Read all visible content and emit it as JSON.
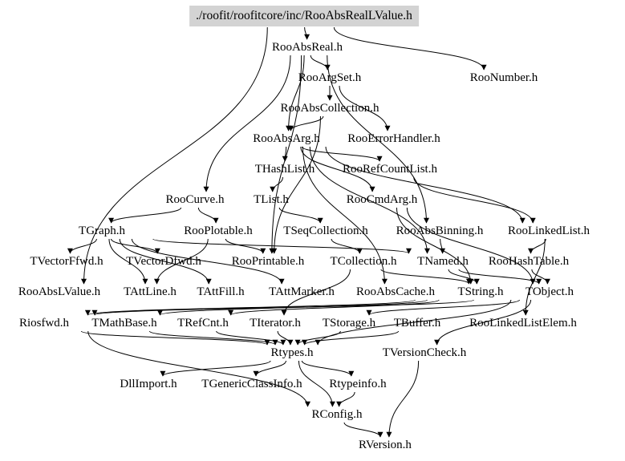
{
  "diagram": {
    "title": "Include dependency graph",
    "root": "./roofit/roofitcore/inc/RooAbsRealLValue.h",
    "nodes": [
      {
        "id": "root",
        "label": "./roofit/roofitcore/inc/RooAbsRealLValue.h"
      },
      {
        "id": "RooAbsReal",
        "label": "RooAbsReal.h"
      },
      {
        "id": "RooArgSet",
        "label": "RooArgSet.h"
      },
      {
        "id": "RooNumber",
        "label": "RooNumber.h"
      },
      {
        "id": "RooAbsCollection",
        "label": "RooAbsCollection.h"
      },
      {
        "id": "RooAbsArg",
        "label": "RooAbsArg.h"
      },
      {
        "id": "RooErrorHandler",
        "label": "RooErrorHandler.h"
      },
      {
        "id": "THashList",
        "label": "THashList.h"
      },
      {
        "id": "RooRefCountList",
        "label": "RooRefCountList.h"
      },
      {
        "id": "RooCurve",
        "label": "RooCurve.h"
      },
      {
        "id": "TList",
        "label": "TList.h"
      },
      {
        "id": "RooCmdArg",
        "label": "RooCmdArg.h"
      },
      {
        "id": "TGraph",
        "label": "TGraph.h"
      },
      {
        "id": "RooPlotable",
        "label": "RooPlotable.h"
      },
      {
        "id": "TSeqCollection",
        "label": "TSeqCollection.h"
      },
      {
        "id": "RooAbsBinning",
        "label": "RooAbsBinning.h"
      },
      {
        "id": "RooLinkedList",
        "label": "RooLinkedList.h"
      },
      {
        "id": "TVectorFfwd",
        "label": "TVectorFfwd.h"
      },
      {
        "id": "TVectorDfwd",
        "label": "TVectorDfwd.h"
      },
      {
        "id": "RooPrintable",
        "label": "RooPrintable.h"
      },
      {
        "id": "TCollection",
        "label": "TCollection.h"
      },
      {
        "id": "TNamed",
        "label": "TNamed.h"
      },
      {
        "id": "RooHashTable",
        "label": "RooHashTable.h"
      },
      {
        "id": "RooAbsLValue",
        "label": "RooAbsLValue.h"
      },
      {
        "id": "TAttLine",
        "label": "TAttLine.h"
      },
      {
        "id": "TAttFill",
        "label": "TAttFill.h"
      },
      {
        "id": "TAttMarker",
        "label": "TAttMarker.h"
      },
      {
        "id": "RooAbsCache",
        "label": "RooAbsCache.h"
      },
      {
        "id": "TString",
        "label": "TString.h"
      },
      {
        "id": "TObject",
        "label": "TObject.h"
      },
      {
        "id": "Riosfwd",
        "label": "Riosfwd.h"
      },
      {
        "id": "TMathBase",
        "label": "TMathBase.h"
      },
      {
        "id": "TRefCnt",
        "label": "TRefCnt.h"
      },
      {
        "id": "TIterator",
        "label": "TIterator.h"
      },
      {
        "id": "TStorage",
        "label": "TStorage.h"
      },
      {
        "id": "TBuffer",
        "label": "TBuffer.h"
      },
      {
        "id": "RooLinkedListElem",
        "label": "RooLinkedListElem.h"
      },
      {
        "id": "Rtypes",
        "label": "Rtypes.h"
      },
      {
        "id": "TVersionCheck",
        "label": "TVersionCheck.h"
      },
      {
        "id": "DllImport",
        "label": "DllImport.h"
      },
      {
        "id": "TGenericClassInfo",
        "label": "TGenericClassInfo.h"
      },
      {
        "id": "Rtypeinfo",
        "label": "Rtypeinfo.h"
      },
      {
        "id": "RConfig",
        "label": "RConfig.h"
      },
      {
        "id": "RVersion",
        "label": "RVersion.h"
      }
    ],
    "edges": [
      [
        "root",
        "RooAbsReal"
      ],
      [
        "root",
        "RooNumber"
      ],
      [
        "root",
        "RooAbsLValue"
      ],
      [
        "RooAbsReal",
        "RooArgSet"
      ],
      [
        "RooAbsReal",
        "RooAbsArg"
      ],
      [
        "RooAbsReal",
        "RooCurve"
      ],
      [
        "RooAbsReal",
        "RooAbsBinning"
      ],
      [
        "RooAbsReal",
        "RooPrintable"
      ],
      [
        "RooArgSet",
        "RooAbsCollection"
      ],
      [
        "RooArgSet",
        "RooErrorHandler"
      ],
      [
        "RooAbsCollection",
        "RooAbsArg"
      ],
      [
        "RooAbsCollection",
        "RooPrintable"
      ],
      [
        "RooAbsArg",
        "THashList"
      ],
      [
        "RooAbsArg",
        "RooRefCountList"
      ],
      [
        "RooAbsArg",
        "RooLinkedList"
      ],
      [
        "RooAbsArg",
        "RooCmdArg"
      ],
      [
        "RooAbsArg",
        "RooAbsCache"
      ],
      [
        "RooAbsArg",
        "TNamed"
      ],
      [
        "THashList",
        "TList"
      ],
      [
        "TList",
        "TSeqCollection"
      ],
      [
        "RooRefCountList",
        "RooLinkedList"
      ],
      [
        "RooCmdArg",
        "TString"
      ],
      [
        "RooCmdArg",
        "TObject"
      ],
      [
        "RooCurve",
        "TGraph"
      ],
      [
        "RooCurve",
        "RooPlotable"
      ],
      [
        "TGraph",
        "TVectorFfwd"
      ],
      [
        "TGraph",
        "TVectorDfwd"
      ],
      [
        "TGraph",
        "TNamed"
      ],
      [
        "TGraph",
        "TAttLine"
      ],
      [
        "TGraph",
        "TAttFill"
      ],
      [
        "TGraph",
        "TAttMarker"
      ],
      [
        "RooPlotable",
        "RooPrintable"
      ],
      [
        "RooPlotable",
        "TAttLine"
      ],
      [
        "TSeqCollection",
        "TCollection"
      ],
      [
        "TCollection",
        "TString"
      ],
      [
        "TCollection",
        "TIterator"
      ],
      [
        "RooAbsBinning",
        "TNamed"
      ],
      [
        "RooLinkedList",
        "RooHashTable"
      ],
      [
        "RooLinkedList",
        "RooLinkedListElem"
      ],
      [
        "RooHashTable",
        "TObject"
      ],
      [
        "TNamed",
        "TString"
      ],
      [
        "TNamed",
        "TObject"
      ],
      [
        "TString",
        "TMathBase"
      ],
      [
        "TString",
        "TRefCnt"
      ],
      [
        "TString",
        "Riosfwd"
      ],
      [
        "TObject",
        "Rtypes"
      ],
      [
        "TObject",
        "TStorage"
      ],
      [
        "TObject",
        "TVersionCheck"
      ],
      [
        "TObject",
        "Riosfwd"
      ],
      [
        "Riosfwd",
        "Rtypes"
      ],
      [
        "Riosfwd",
        "RConfig"
      ],
      [
        "TMathBase",
        "Rtypes"
      ],
      [
        "TRefCnt",
        "Rtypes"
      ],
      [
        "TIterator",
        "Rtypes"
      ],
      [
        "TStorage",
        "Rtypes"
      ],
      [
        "TBuffer",
        "Rtypes"
      ],
      [
        "Rtypes",
        "DllImport"
      ],
      [
        "Rtypes",
        "TGenericClassInfo"
      ],
      [
        "Rtypes",
        "Rtypeinfo"
      ],
      [
        "Rtypes",
        "RConfig"
      ],
      [
        "Rtypeinfo",
        "RConfig"
      ],
      [
        "RConfig",
        "RVersion"
      ],
      [
        "TVersionCheck",
        "RVersion"
      ]
    ]
  }
}
